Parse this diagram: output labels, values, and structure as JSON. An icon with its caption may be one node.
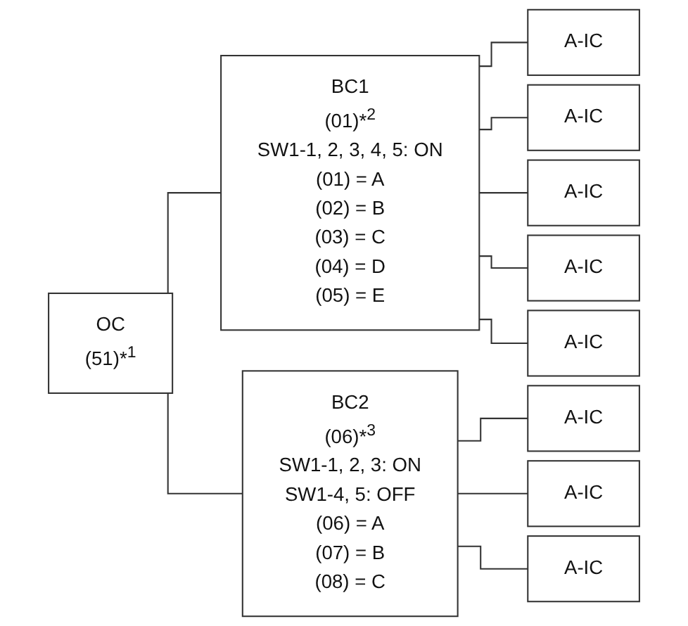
{
  "diagram": {
    "nodes": [
      {
        "text": [
          "OC",
          "(51)*$^{1}$"
        ]
      },
      {
        "text": [
          "BC1",
          "(01)*$^{2}$",
          "SW1-1, 2, 3, 4, 5: ON",
          "(01) = A",
          "(02) = B",
          "(03) = C",
          "(04) = D",
          "(05) = E"
        ]
      },
      {
        "text": [
          "A-IC"
        ]
      },
      {
        "text": [
          "A-IC"
        ]
      },
      {
        "text": [
          "A-IC"
        ]
      },
      {
        "text": [
          "A-IC"
        ]
      },
      {
        "text": [
          "A-IC"
        ]
      },
      {
        "text": [
          "BC2",
          "(06)*$^{3}$",
          "SW1-1, 2, 3: ON",
          "SW1-4, 5: OFF",
          "(06) = A",
          "(07) = B",
          "(08) = C"
        ]
      },
      {
        "text": [
          "A-IC"
        ]
      },
      {
        "text": [
          "A-IC"
        ]
      },
      {
        "text": [
          "A-IC"
        ]
      }
    ],
    "edges": [
      {
        "from": 0,
        "to": 1,
        "arrow": "none"
      },
      {
        "from": 0,
        "to": 7,
        "arrow": "none"
      },
      {
        "from": 1,
        "to": 2,
        "arrow": "none"
      },
      {
        "from": 1,
        "to": 3,
        "arrow": "none"
      },
      {
        "from": 1,
        "to": 4,
        "arrow": "none"
      },
      {
        "from": 1,
        "to": 5,
        "arrow": "none"
      },
      {
        "from": 1,
        "to": 6,
        "arrow": "none"
      },
      {
        "from": 7,
        "to": 8,
        "arrow": "none"
      },
      {
        "from": 7,
        "to": 9,
        "arrow": "none"
      },
      {
        "from": 7,
        "to": 10,
        "arrow": "none"
      }
    ]
  }
}
